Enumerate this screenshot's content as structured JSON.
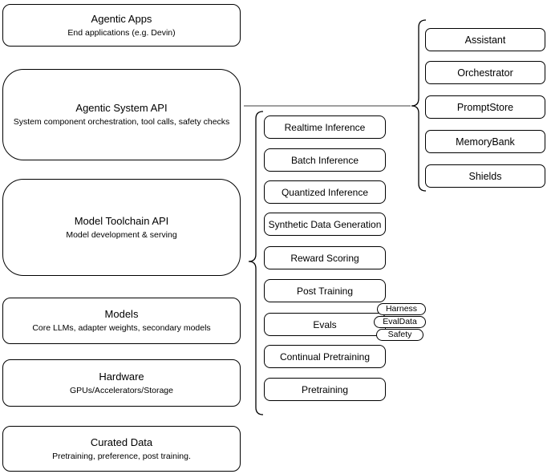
{
  "diagram": {
    "stack": [
      {
        "title": "Agentic Apps",
        "subtitle": "End applications (e.g. Devin)"
      },
      {
        "title": "Agentic System API",
        "subtitle": "System component orchestration, tool calls, safety checks"
      },
      {
        "title": "Model Toolchain API",
        "subtitle": "Model development & serving"
      },
      {
        "title": "Models",
        "subtitle": "Core LLMs, adapter weights, secondary models"
      },
      {
        "title": "Hardware",
        "subtitle": "GPUs/Accelerators/Storage"
      },
      {
        "title": "Curated Data",
        "subtitle": "Pretraining, preference, post training."
      }
    ],
    "toolchain": {
      "items": [
        "Realtime Inference",
        "Batch Inference",
        "Quantized Inference",
        "Synthetic Data Generation",
        "Reward Scoring",
        "Post Training",
        "Evals",
        "Continual Pretraining",
        "Pretraining"
      ],
      "evals_tags": [
        "Harness",
        "EvalData",
        "Safety"
      ]
    },
    "system": {
      "items": [
        "Assistant",
        "Orchestrator",
        "PromptStore",
        "MemoryBank",
        "Shields"
      ]
    },
    "colors": {
      "node_border": "#000000",
      "node_fill": "#ffffff",
      "connector": "#666666"
    }
  }
}
